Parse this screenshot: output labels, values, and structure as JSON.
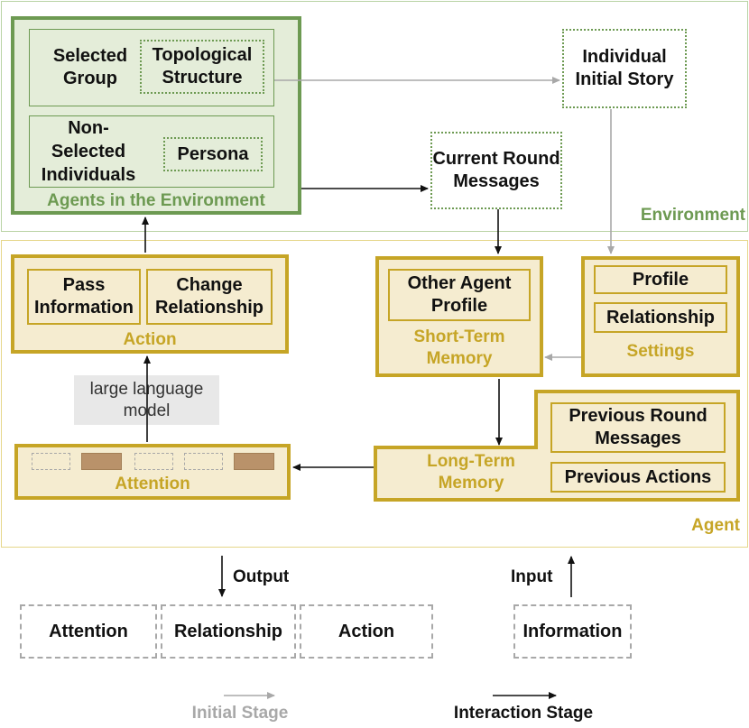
{
  "environment": {
    "region_label": "Environment",
    "agents_label": "Agents in the Environment",
    "selected_group": "Selected Group",
    "topological_structure": "Topological Structure",
    "non_selected": "Non-Selected Individuals",
    "persona": "Persona",
    "initial_story": "Individual Initial Story",
    "current_round": "Current Round Messages"
  },
  "agent": {
    "region_label": "Agent",
    "action_group": {
      "label": "Action",
      "pass_information": "Pass Information",
      "change_relationship": "Change Relationship"
    },
    "short_term": {
      "label": "Short-Term Memory",
      "other_agent_profile": "Other Agent Profile"
    },
    "settings": {
      "label": "Settings",
      "profile": "Profile",
      "relationship": "Relationship"
    },
    "llm": "large language model",
    "attention_label": "Attention",
    "long_term": {
      "label": "Long-Term Memory",
      "previous_round": "Previous Round Messages",
      "previous_actions": "Previous Actions"
    }
  },
  "io": {
    "output_label": "Output",
    "input_label": "Input",
    "outputs": [
      "Attention",
      "Relationship",
      "Action"
    ],
    "inputs": [
      "Information"
    ]
  },
  "legend": {
    "initial_stage": "Initial Stage",
    "interaction_stage": "Interaction Stage"
  },
  "colors": {
    "env_green": "#6d9a52",
    "agent_gold": "#c6a526",
    "initial_arrow": "#a8a8a8",
    "interaction_arrow": "#111111"
  }
}
